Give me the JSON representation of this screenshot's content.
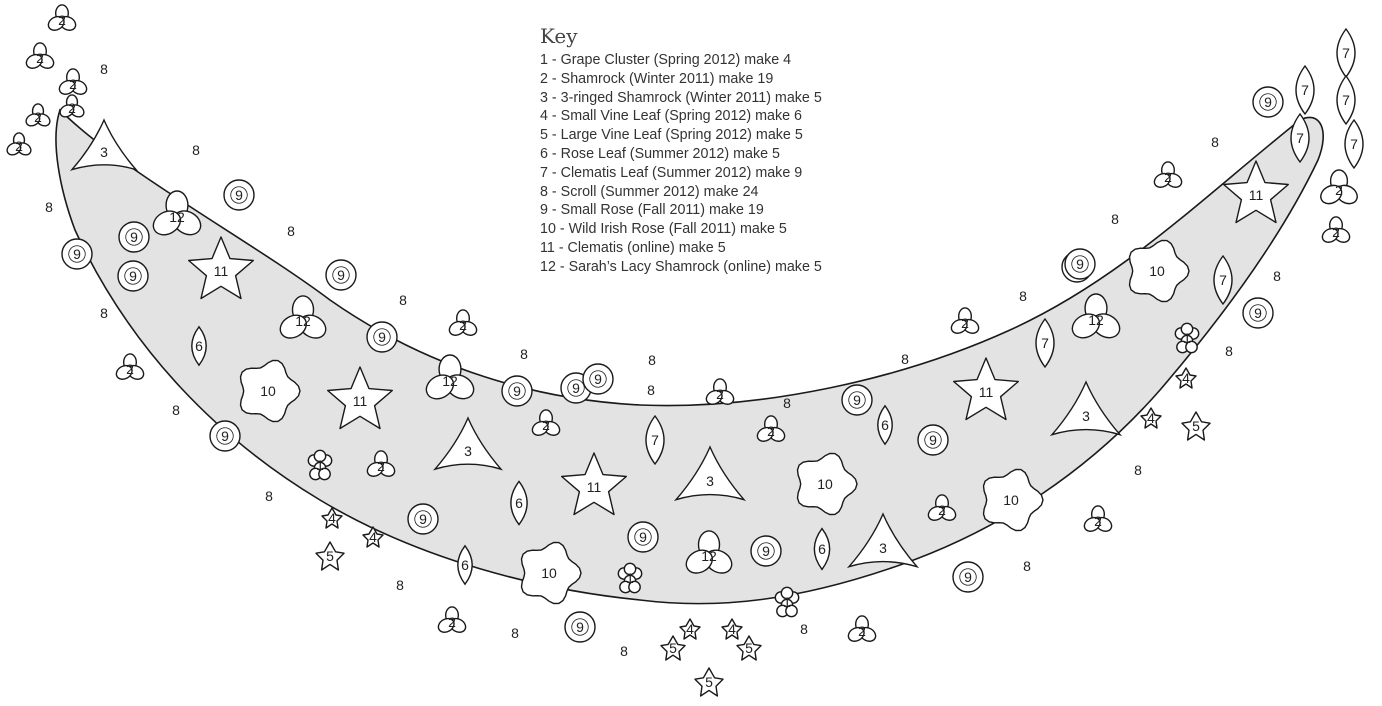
{
  "key": {
    "title": "Key",
    "items": [
      "1 - Grape Cluster (Spring 2012) make 4",
      "2 - Shamrock (Winter 2011) make 19",
      "3 - 3-ringed Shamrock (Winter 2011) make 5",
      "4 - Small Vine Leaf (Spring 2012) make 6",
      "5 - Large Vine Leaf (Spring 2012) make 5",
      "6 - Rose Leaf (Summer 2012) make 5",
      "7 - Clematis Leaf (Summer 2012) make 9",
      "8 - Scroll (Summer 2012) make 24",
      "9 - Small Rose (Fall 2011) make 19",
      "10 - Wild Irish Rose (Fall 2011) make 5",
      "11 - Clematis (online) make 5",
      "12 - Sarah’s Lacy Shamrock (online) make 5"
    ]
  },
  "colors": {
    "fill": "#e3e3e3",
    "stroke": "#1a1a1a",
    "motif": "#ffffff"
  },
  "motif_names": {
    "1": "grape-cluster-motif",
    "2": "shamrock-motif",
    "3": "three-ringed-shamrock-motif",
    "4": "small-vine-leaf-motif",
    "5": "large-vine-leaf-motif",
    "6": "rose-leaf-motif",
    "7": "clematis-leaf-motif",
    "8": "scroll-motif",
    "9": "small-rose-motif",
    "10": "wild-irish-rose-motif",
    "11": "clematis-motif",
    "12": "lacy-shamrock-motif"
  },
  "motifs": [
    {
      "n": "2"
    },
    {
      "n": "2"
    },
    {
      "n": "8"
    },
    {
      "n": "2"
    },
    {
      "n": "2"
    },
    {
      "n": "2"
    },
    {
      "n": "2"
    },
    {
      "n": "3"
    },
    {
      "n": "8"
    },
    {
      "n": "8"
    },
    {
      "n": "9"
    },
    {
      "n": "12"
    },
    {
      "n": "9"
    },
    {
      "n": "9"
    },
    {
      "n": "9"
    },
    {
      "n": "11"
    },
    {
      "n": "8"
    },
    {
      "n": "9"
    },
    {
      "n": "12"
    },
    {
      "n": "8"
    },
    {
      "n": "8"
    },
    {
      "n": "9"
    },
    {
      "n": "2"
    },
    {
      "n": "8"
    },
    {
      "n": "6"
    },
    {
      "n": "10"
    },
    {
      "n": "12"
    },
    {
      "n": "9"
    },
    {
      "n": "2"
    },
    {
      "n": "11"
    },
    {
      "n": "9"
    },
    {
      "n": "8"
    },
    {
      "n": "8"
    },
    {
      "n": "9"
    },
    {
      "n": "1"
    },
    {
      "n": "2"
    },
    {
      "n": "3"
    },
    {
      "n": "9"
    },
    {
      "n": "8"
    },
    {
      "n": "2"
    },
    {
      "n": "9"
    },
    {
      "n": "7"
    },
    {
      "n": "2"
    },
    {
      "n": "8"
    },
    {
      "n": "2"
    },
    {
      "n": "4"
    },
    {
      "n": "4"
    },
    {
      "n": "5"
    },
    {
      "n": "6"
    },
    {
      "n": "11"
    },
    {
      "n": "3"
    },
    {
      "n": "10"
    },
    {
      "n": "6"
    },
    {
      "n": "8"
    },
    {
      "n": "10"
    },
    {
      "n": "9"
    },
    {
      "n": "12"
    },
    {
      "n": "9"
    },
    {
      "n": "6"
    },
    {
      "n": "2"
    },
    {
      "n": "1"
    },
    {
      "n": "1"
    },
    {
      "n": "8"
    },
    {
      "n": "9"
    },
    {
      "n": "4"
    },
    {
      "n": "4"
    },
    {
      "n": "5"
    },
    {
      "n": "5"
    },
    {
      "n": "5"
    },
    {
      "n": "8"
    },
    {
      "n": "2"
    },
    {
      "n": "3"
    },
    {
      "n": "9"
    },
    {
      "n": "8"
    },
    {
      "n": "10"
    },
    {
      "n": "2"
    },
    {
      "n": "9"
    },
    {
      "n": "6"
    },
    {
      "n": "8"
    },
    {
      "n": "11"
    },
    {
      "n": "9"
    },
    {
      "n": "8"
    },
    {
      "n": "2"
    },
    {
      "n": "7"
    },
    {
      "n": "9"
    },
    {
      "n": "12"
    },
    {
      "n": "8"
    },
    {
      "n": "10"
    },
    {
      "n": "3"
    },
    {
      "n": "2"
    },
    {
      "n": "8"
    },
    {
      "n": "1"
    },
    {
      "n": "4"
    },
    {
      "n": "4"
    },
    {
      "n": "5"
    },
    {
      "n": "8"
    },
    {
      "n": "2"
    },
    {
      "n": "9"
    },
    {
      "n": "8"
    },
    {
      "n": "7"
    },
    {
      "n": "9"
    },
    {
      "n": "2"
    },
    {
      "n": "11"
    },
    {
      "n": "8"
    },
    {
      "n": "7"
    },
    {
      "n": "7"
    },
    {
      "n": "7"
    },
    {
      "n": "7"
    },
    {
      "n": "7"
    },
    {
      "n": "2"
    },
    {
      "n": "9"
    },
    {
      "n": "8"
    },
    {
      "n": "8"
    }
  ]
}
